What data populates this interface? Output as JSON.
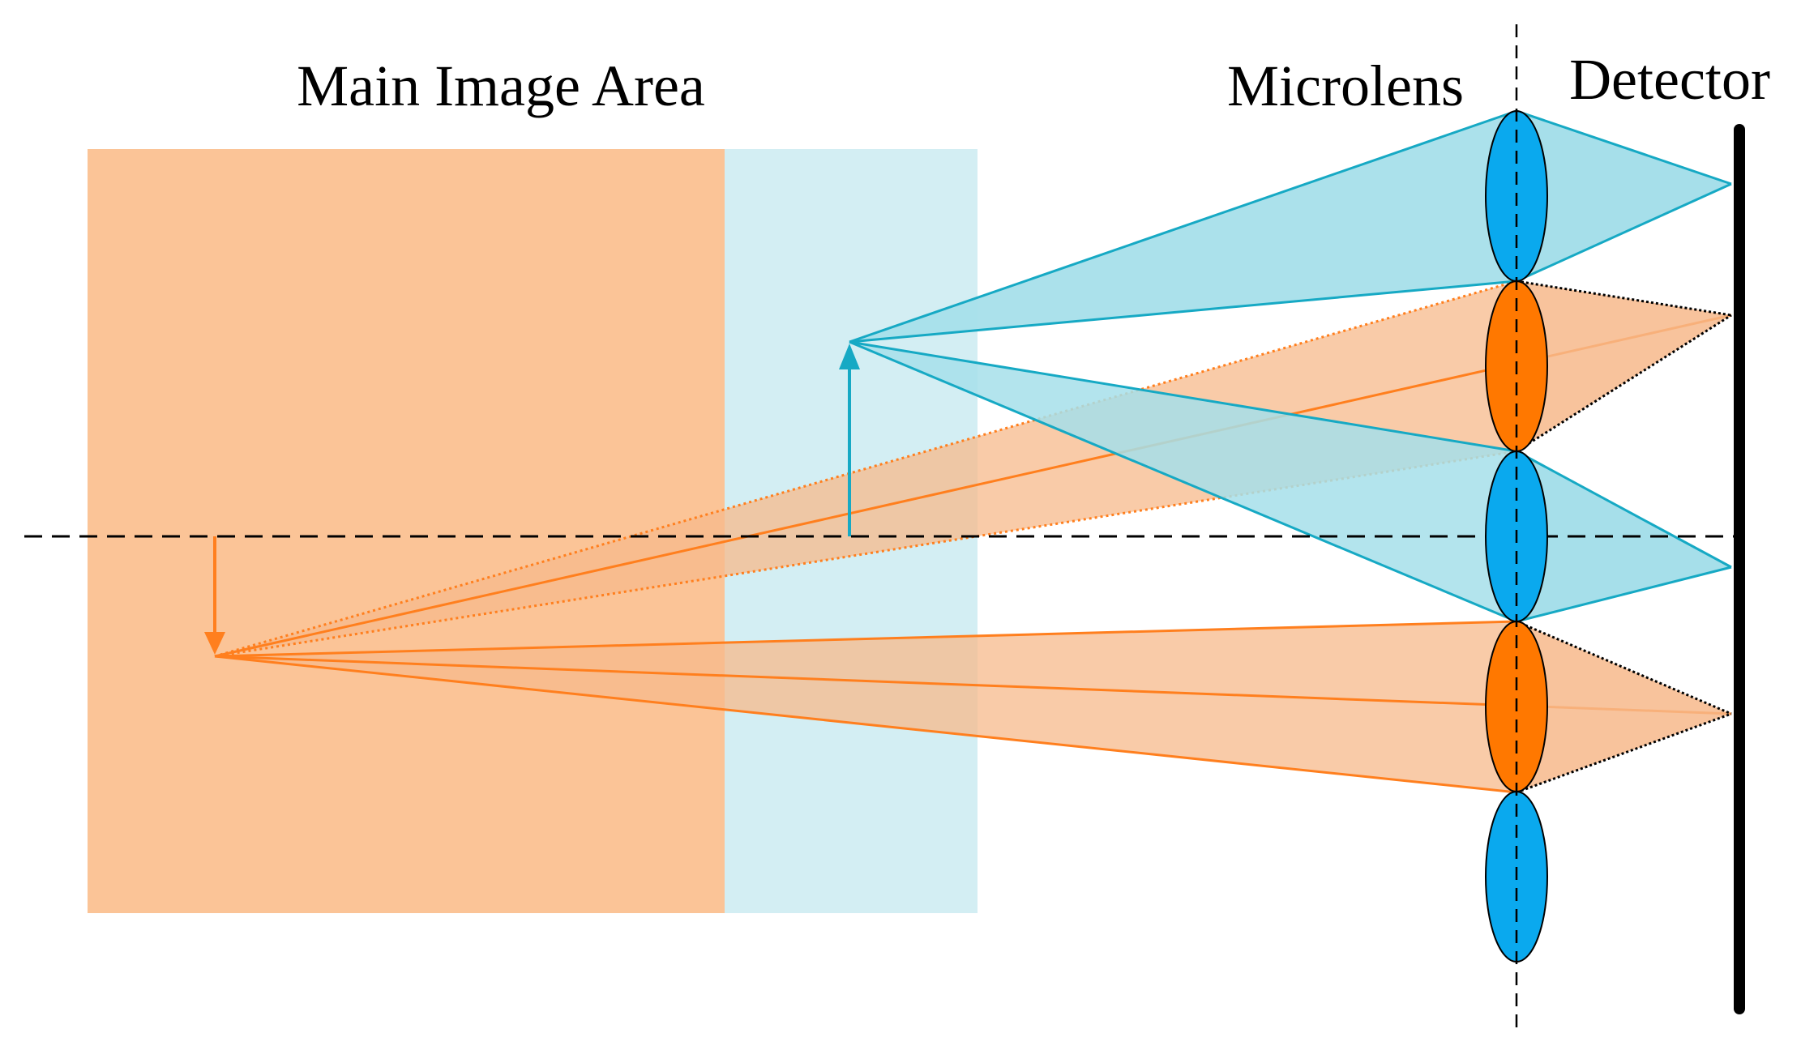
{
  "labels": {
    "main_image_area": "Main Image Area",
    "microlens": "Microlens",
    "detector": "Detector"
  },
  "colors": {
    "orange_fill": "#FBC497",
    "orange_line": "#FF7F1E",
    "orange_lens": "#FF7800",
    "blue_region": "#D3EEF3",
    "blue_fill": "#A6DFEA",
    "blue_line": "#16A9C4",
    "blue_lens": "#0AA9EE",
    "detector": "#000000",
    "axis": "#000000"
  }
}
